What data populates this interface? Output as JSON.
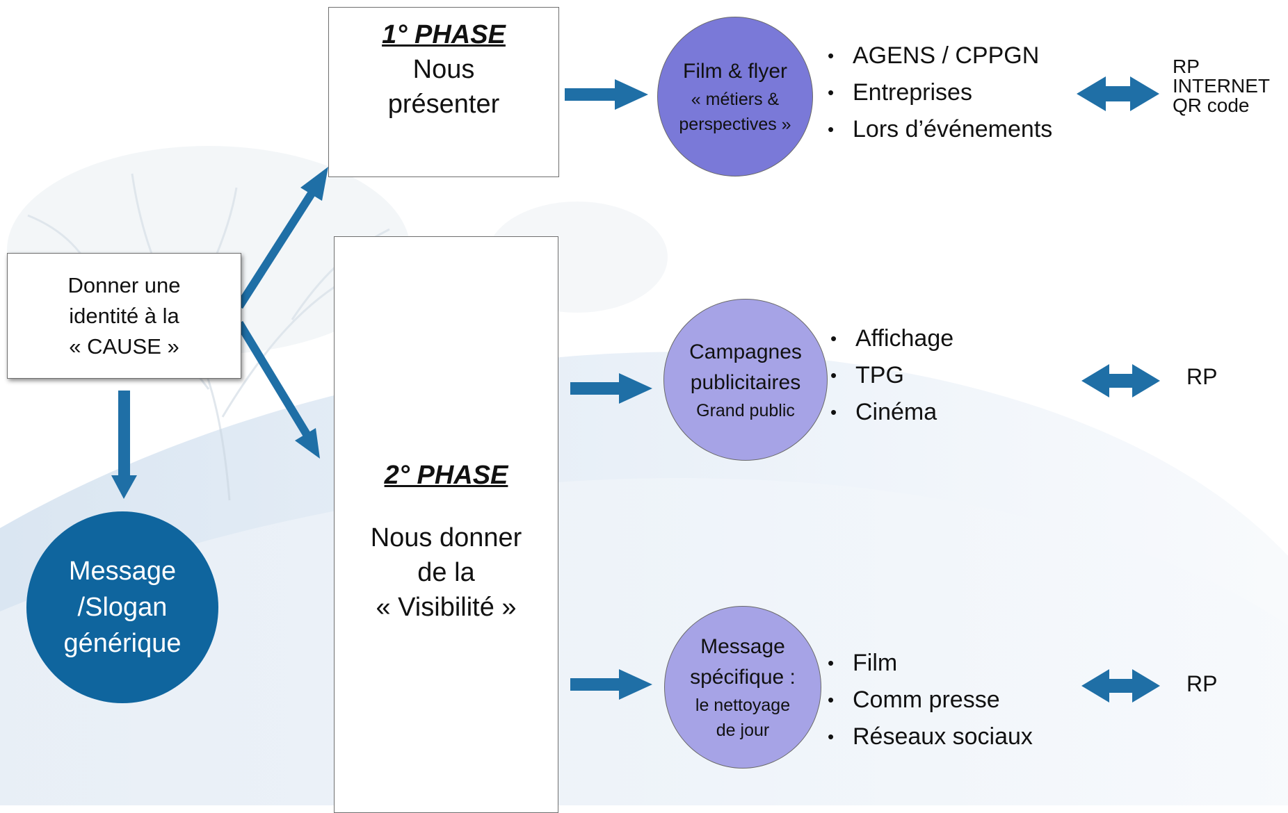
{
  "diagram": {
    "cause": {
      "lines": [
        "Donner une",
        "identité à la",
        "« CAUSE »"
      ]
    },
    "slogan": {
      "lines": [
        "Message",
        "/Slogan",
        "générique"
      ]
    },
    "phase1": {
      "title": "1° PHASE",
      "lines": [
        "Nous",
        "présenter"
      ]
    },
    "phase2": {
      "title": "2° PHASE",
      "lines": [
        "Nous donner",
        "de la",
        "« Visibilité »"
      ]
    },
    "circles": [
      {
        "main": [
          "Film & flyer"
        ],
        "small": [
          "« métiers &",
          "perspectives »"
        ],
        "bullets": [
          "AGENS / CPPGN",
          "Entreprises",
          "Lors d’événements"
        ],
        "channels": [
          "RP",
          "INTERNET",
          "QR code"
        ]
      },
      {
        "main": [
          "Campagnes",
          "publicitaires"
        ],
        "small": [
          "Grand public"
        ],
        "bullets": [
          "Affichage",
          "TPG",
          "Cinéma"
        ],
        "channels": [
          "RP"
        ]
      },
      {
        "main": [
          "Message",
          "spécifique :"
        ],
        "small": [
          "le nettoyage",
          "de jour"
        ],
        "bullets": [
          "Film",
          "Comm presse",
          "Réseaux sociaux"
        ],
        "channels": [
          "RP"
        ]
      }
    ],
    "bullet_symbol": "•"
  },
  "colors": {
    "arrow": "#1f6fa6",
    "slogan_fill": "#0f659e",
    "circle1_fill": "#7a79d8",
    "circle_light_fill": "#a6a3e6",
    "background_arc": "#e3ecf5"
  }
}
